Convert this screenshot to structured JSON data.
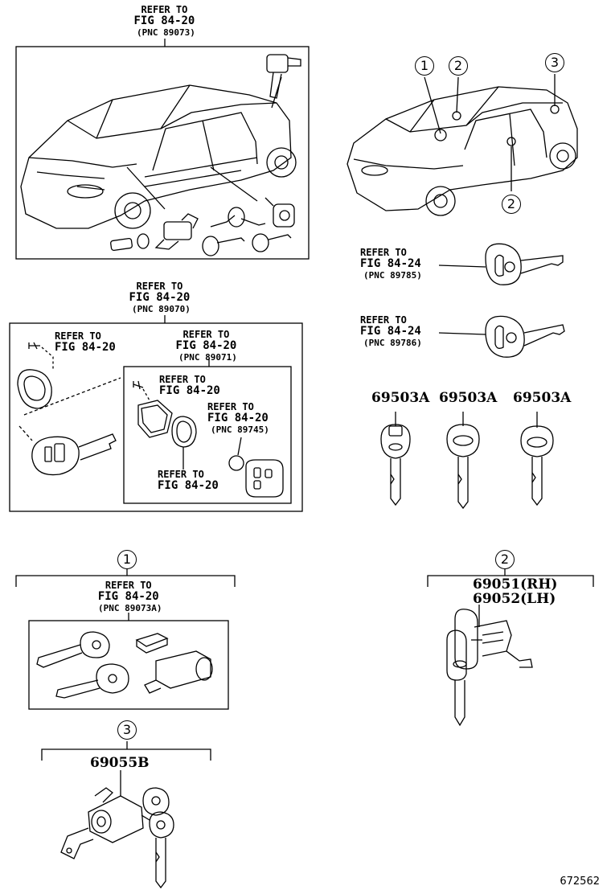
{
  "refs": {
    "r1": {
      "l1": "REFER TO",
      "l2": "FIG 84-20",
      "l3": "(PNC 89073)"
    },
    "r2": {
      "l1": "REFER TO",
      "l2": "FIG 84-24",
      "l3": "(PNC 89785)"
    },
    "r3": {
      "l1": "REFER TO",
      "l2": "FIG 84-24",
      "l3": "(PNC 89786)"
    },
    "r4": {
      "l1": "REFER TO",
      "l2": "FIG 84-20",
      "l3": "(PNC 89070)"
    },
    "r5": {
      "l1": "REFER TO",
      "l2": "FIG 84-20"
    },
    "r6": {
      "l1": "REFER TO",
      "l2": "FIG 84-20",
      "l3": "(PNC 89071)"
    },
    "r7": {
      "l1": "REFER TO",
      "l2": "FIG 84-20"
    },
    "r8": {
      "l1": "REFER TO",
      "l2": "FIG 84-20",
      "l3": "(PNC 89745)"
    },
    "r9": {
      "l1": "REFER TO",
      "l2": "FIG 84-20"
    },
    "r10": {
      "l1": "REFER TO",
      "l2": "FIG 84-20",
      "l3": "(PNC 89073A)"
    }
  },
  "parts": {
    "key1": "69503A",
    "key2": "69503A",
    "key3": "69503A",
    "door_rh": "69051(RH)",
    "door_lh": "69052(LH)",
    "ignition": "69055B"
  },
  "callouts": {
    "one": "1",
    "two": "2",
    "three": "3"
  },
  "figure_id": "672562"
}
